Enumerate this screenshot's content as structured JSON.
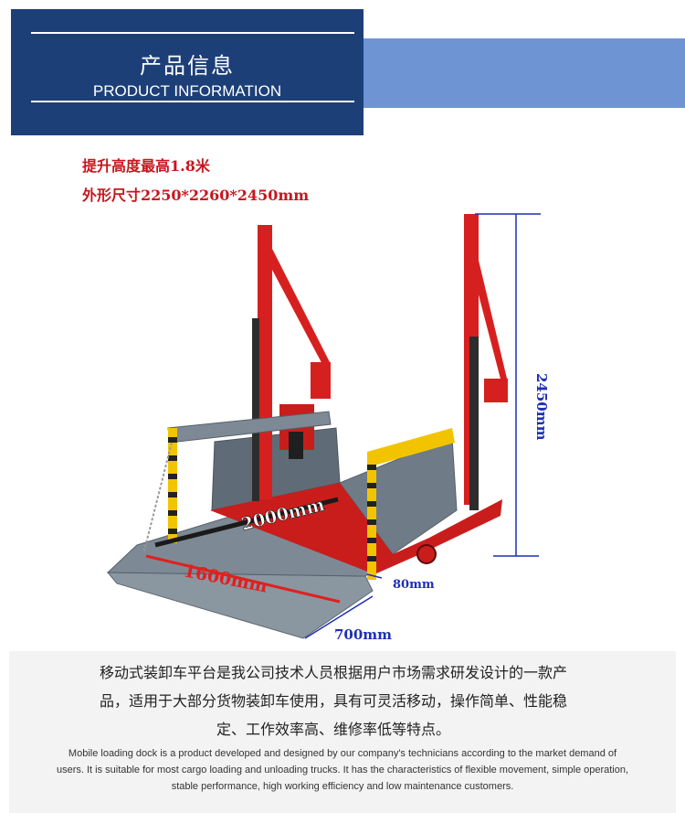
{
  "banner": {
    "title_zh": "产品信息",
    "title_en": "PRODUCT INFORMATION",
    "dark_color": "#1d3f78",
    "light_color": "#6e94d4"
  },
  "specs": {
    "lift_height": "提升高度最高1.8米",
    "dimensions": "外形尺寸2250*2260*2450mm"
  },
  "product_image": {
    "frame_color": "#d6201f",
    "platform_color": "#7d8a95",
    "dimension_labels": {
      "height": "2450mm",
      "length": "2000mm",
      "width": "1600mm",
      "wheel_offset": "80mm",
      "lip": "700mm"
    }
  },
  "description": {
    "zh_line_1": "移动式装卸车平台是我公司技术人员根据用户市场需求研发设计的一款产",
    "zh_line_2": "品，适用于大部分货物装卸车使用，具有可灵活移动，操作简单、性能稳",
    "zh_line_3": "定、工作效率高、维修率低等特点。",
    "en_line_1": "Mobile loading dock is a product developed and designed by our company's technicians according to the market demand of",
    "en_line_2": "users. It is suitable for most cargo loading and unloading trucks. It has the characteristics of flexible movement, simple operation,",
    "en_line_3": "stable performance, high working efficiency and low maintenance customers."
  }
}
